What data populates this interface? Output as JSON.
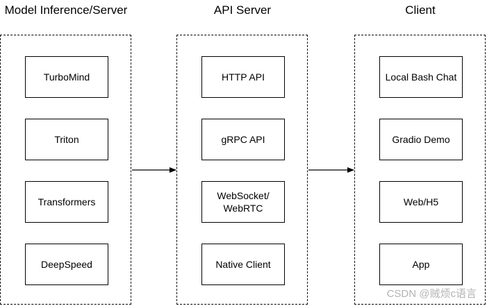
{
  "columns": [
    {
      "title": "Model Inference/Server",
      "nodes": [
        "TurboMind",
        "Triton",
        "Transformers",
        "DeepSpeed"
      ]
    },
    {
      "title": "API Server",
      "nodes": [
        "HTTP API",
        "gRPC API",
        "WebSocket/\nWebRTC",
        "Native Client"
      ]
    },
    {
      "title": "Client",
      "nodes": [
        "Local Bash Chat",
        "Gradio Demo",
        "Web/H5",
        "App"
      ]
    }
  ],
  "watermark": "CSDN @贼烦c语言"
}
